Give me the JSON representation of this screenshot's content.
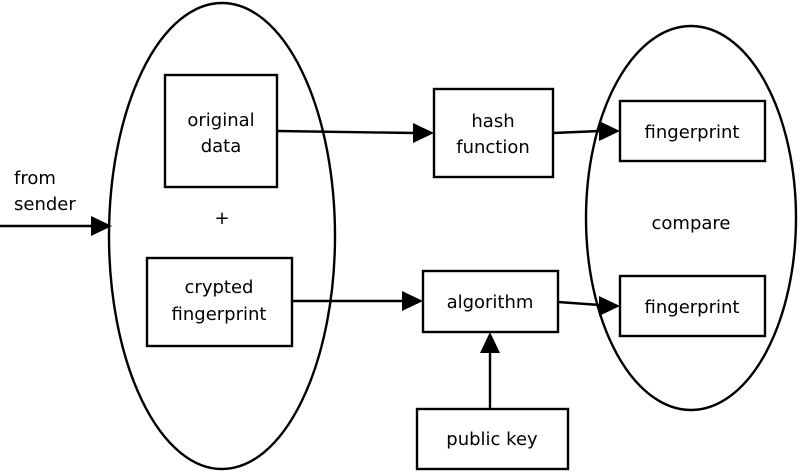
{
  "diagram": {
    "input_label": [
      "from",
      "sender"
    ],
    "received": {
      "original_data": [
        "original",
        "data"
      ],
      "plus": "+",
      "crypted_fingerprint": [
        "crypted",
        "fingerprint"
      ]
    },
    "hash_function": [
      "hash",
      "function"
    ],
    "algorithm": "algorithm",
    "public_key": "public key",
    "comparison": {
      "fingerprint_top": "fingerprint",
      "compare": "compare",
      "fingerprint_bottom": "fingerprint"
    }
  },
  "colors": {
    "stroke": "#000000",
    "background": "#ffffff"
  }
}
